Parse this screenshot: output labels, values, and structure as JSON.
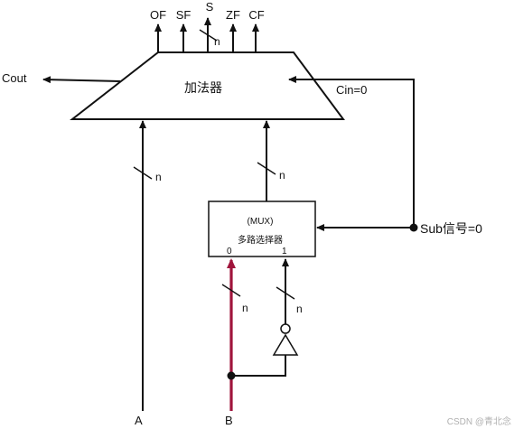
{
  "adder": {
    "label": "加法器",
    "cin_label": "Cin=0",
    "cout_label": "Cout"
  },
  "flags": [
    "OF",
    "SF",
    "S",
    "ZF",
    "CF"
  ],
  "bus_width": "n",
  "mux": {
    "title": "(MUX)",
    "subtitle": "多路选择器",
    "input0": "0",
    "input1": "1"
  },
  "signals": {
    "sub": "Sub信号=0",
    "a": "A",
    "b": "B"
  },
  "watermark": "CSDN @青北念",
  "colors": {
    "wire": "#111111",
    "highlight": "#a0143c",
    "watermark": "#b0b0b0"
  }
}
